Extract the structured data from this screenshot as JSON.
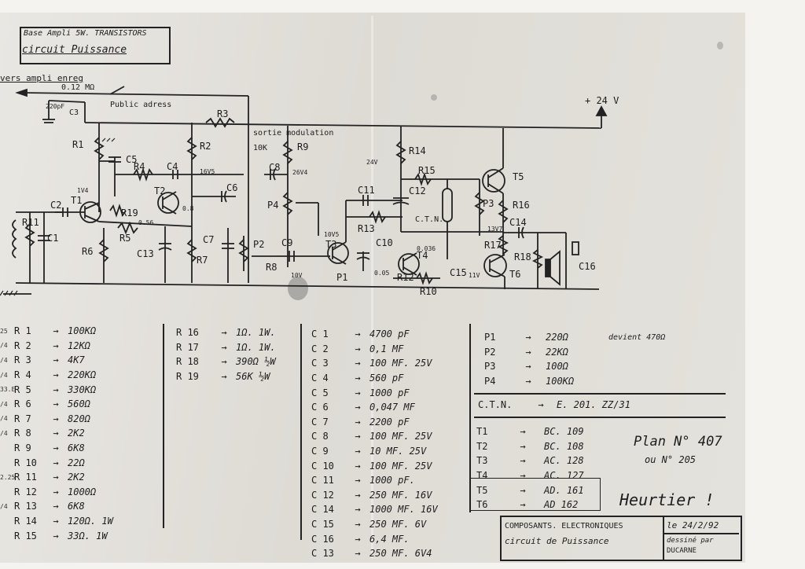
{
  "header": {
    "line1": "Base Ampli 5W. TRANSISTORS",
    "line2": "circuit Puissance"
  },
  "schematic": {
    "labels": {
      "input": "vers ampli enreg",
      "r_in": "0.12 MΩ",
      "c_in": "220pF",
      "c3": "C3",
      "public": "Public adress",
      "supply": "+ 24 V",
      "sortie": "sortie modulation",
      "r1": "R1",
      "r2": "R2",
      "r3": "R3",
      "r4": "R4",
      "r5": "R5",
      "r6": "R6",
      "r7": "R7",
      "r8": "R8",
      "r9": "R9",
      "r10": "R10",
      "r11": "R11",
      "r12": "R12",
      "r13": "R13",
      "r14": "R14",
      "r15": "R15",
      "r16": "R16",
      "r17": "R17",
      "r18": "R18",
      "r19": "R19",
      "c1": "C1",
      "c2": "C2",
      "c4": "C4",
      "c5": "C5",
      "c6": "C6",
      "c7": "C7",
      "c8": "C8",
      "c9": "C9",
      "c10": "C10",
      "c11": "C11",
      "c12": "C12",
      "c13": "C13",
      "c14": "C14",
      "c15": "C15",
      "c16": "C16",
      "t1": "T1",
      "t2": "T2",
      "t3": "T3",
      "t4": "T4",
      "t5": "T5",
      "t6": "T6",
      "p1": "P1",
      "p2": "P2",
      "p3": "P3",
      "p4": "P4",
      "ctn": "C.T.N.",
      "v1": "1V4",
      "v2": "0.8",
      "v3": "0.56",
      "v4": "16V5",
      "v5": "26V4",
      "v6": "10K",
      "v7": "24V",
      "v8": "10V5",
      "v9": "0.036",
      "v10": "13V7",
      "v11": "10V",
      "v12": "0.05",
      "v13": "11V"
    }
  },
  "resistors_a": [
    {
      "ref": "R 1",
      "pfx": "25",
      "val": "100KΩ"
    },
    {
      "ref": "R 2",
      "pfx": "/4",
      "val": "12KΩ"
    },
    {
      "ref": "R 3",
      "pfx": "/4",
      "val": "4K7"
    },
    {
      "ref": "R 4",
      "pfx": "/4",
      "val": "220KΩ"
    },
    {
      "ref": "R 5",
      "pfx": "33.E",
      "val": "330KΩ"
    },
    {
      "ref": "R 6",
      "pfx": "/4",
      "val": "560Ω"
    },
    {
      "ref": "R 7",
      "pfx": "/4",
      "val": "820Ω"
    },
    {
      "ref": "R 8",
      "pfx": "/4",
      "val": "2K2"
    },
    {
      "ref": "R 9",
      "pfx": "",
      "val": "6K8"
    },
    {
      "ref": "R 10",
      "pfx": "",
      "val": "22Ω"
    },
    {
      "ref": "R 11",
      "pfx": "2.25",
      "val": "2K2"
    },
    {
      "ref": "R 12",
      "pfx": "",
      "val": "1000Ω"
    },
    {
      "ref": "R 13",
      "pfx": "/4",
      "val": "6K8"
    },
    {
      "ref": "R 14",
      "pfx": "",
      "val": "120Ω. 1W"
    },
    {
      "ref": "R 15",
      "pfx": "",
      "val": "33Ω. 1W"
    }
  ],
  "resistors_b": [
    {
      "ref": "R 16",
      "val": "1Ω. 1W."
    },
    {
      "ref": "R 17",
      "val": "1Ω. 1W."
    },
    {
      "ref": "R 18",
      "val": "390Ω ½W"
    },
    {
      "ref": "R 19",
      "val": "56K ½W"
    }
  ],
  "capacitors": [
    {
      "ref": "C 1",
      "val": "4700 pF"
    },
    {
      "ref": "C 2",
      "val": "0,1 MF"
    },
    {
      "ref": "C 3",
      "val": "100 MF. 25V"
    },
    {
      "ref": "C 4",
      "val": "560 pF"
    },
    {
      "ref": "C 5",
      "val": "1000 pF"
    },
    {
      "ref": "C 6",
      "val": "0,047 MF"
    },
    {
      "ref": "C 7",
      "val": "2200 pF"
    },
    {
      "ref": "C 8",
      "val": "100 MF. 25V"
    },
    {
      "ref": "C 9",
      "val": "10 MF. 25V"
    },
    {
      "ref": "C 10",
      "val": "100 MF. 25V"
    },
    {
      "ref": "C 11",
      "val": "1000 pF."
    },
    {
      "ref": "C 12",
      "val": "250 MF. 16V"
    },
    {
      "ref": "C 14",
      "val": "1000 MF. 16V"
    },
    {
      "ref": "C 15",
      "val": "250 MF. 6V"
    },
    {
      "ref": "C 16",
      "val": "6,4 MF."
    },
    {
      "ref": "C 13",
      "val": "250 MF. 6V4"
    }
  ],
  "potentiometers": [
    {
      "ref": "P1",
      "val": "220Ω",
      "note": "devient 470Ω"
    },
    {
      "ref": "P2",
      "val": "22KΩ",
      "note": ""
    },
    {
      "ref": "P3",
      "val": "100Ω",
      "note": ""
    },
    {
      "ref": "P4",
      "val": "100KΩ",
      "note": ""
    }
  ],
  "ctn": {
    "ref": "C.T.N.",
    "val": "E. 201. ZZ/31"
  },
  "transistors": [
    {
      "ref": "T1",
      "val": "BC. 109"
    },
    {
      "ref": "T2",
      "val": "BC. 108"
    },
    {
      "ref": "T3",
      "val": "AC. 128"
    },
    {
      "ref": "T4",
      "val": "AC. 127"
    },
    {
      "ref": "T5",
      "val": "AD. 161"
    },
    {
      "ref": "T6",
      "val": "AD 162"
    }
  ],
  "plan": {
    "line1": "Plan N° 407",
    "line2": "ou N° 205",
    "brand": "Heurtier !"
  },
  "cartouche": {
    "title1": "COMPOSANTS. ELECTRONIQUES",
    "title2": "circuit de Puissance",
    "date": "le 24/2/92",
    "drawn_label": "dessiné par",
    "drawn_by": "DUCARNE"
  }
}
